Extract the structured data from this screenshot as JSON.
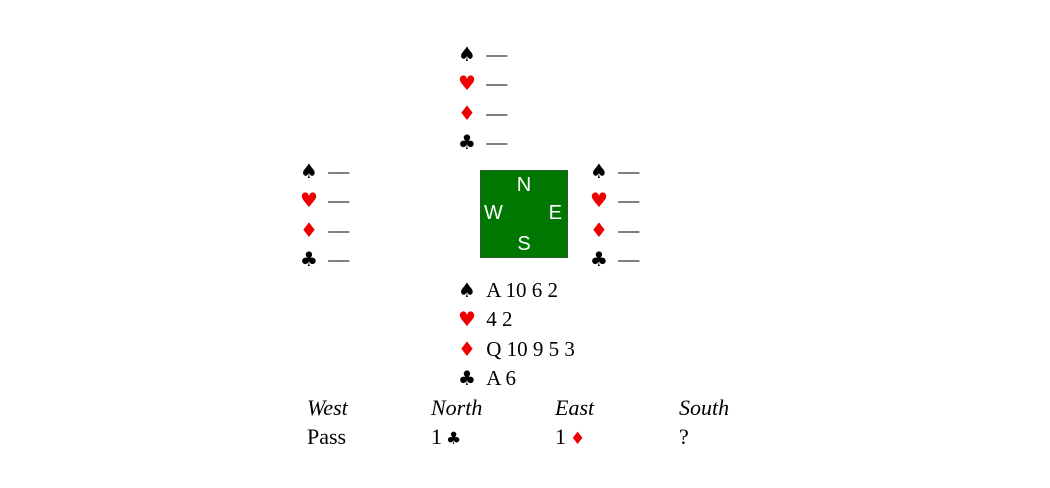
{
  "hands": {
    "north": [
      {
        "suit": "spades",
        "symbol": "♠",
        "color": "black",
        "cards": "—"
      },
      {
        "suit": "hearts",
        "symbol": "♥",
        "color": "red",
        "cards": "—"
      },
      {
        "suit": "diamonds",
        "symbol": "♦",
        "color": "red",
        "cards": "—"
      },
      {
        "suit": "clubs",
        "symbol": "♣",
        "color": "black",
        "cards": "—"
      }
    ],
    "west": [
      {
        "suit": "spades",
        "symbol": "♠",
        "color": "black",
        "cards": "—"
      },
      {
        "suit": "hearts",
        "symbol": "♥",
        "color": "red",
        "cards": "—"
      },
      {
        "suit": "diamonds",
        "symbol": "♦",
        "color": "red",
        "cards": "—"
      },
      {
        "suit": "clubs",
        "symbol": "♣",
        "color": "black",
        "cards": "—"
      }
    ],
    "east": [
      {
        "suit": "spades",
        "symbol": "♠",
        "color": "black",
        "cards": "—"
      },
      {
        "suit": "hearts",
        "symbol": "♥",
        "color": "red",
        "cards": "—"
      },
      {
        "suit": "diamonds",
        "symbol": "♦",
        "color": "red",
        "cards": "—"
      },
      {
        "suit": "clubs",
        "symbol": "♣",
        "color": "black",
        "cards": "—"
      }
    ],
    "south": [
      {
        "suit": "spades",
        "symbol": "♠",
        "color": "black",
        "cards": "A 10 6 2"
      },
      {
        "suit": "hearts",
        "symbol": "♥",
        "color": "red",
        "cards": "4 2"
      },
      {
        "suit": "diamonds",
        "symbol": "♦",
        "color": "red",
        "cards": "Q 10 9 5 3"
      },
      {
        "suit": "clubs",
        "symbol": "♣",
        "color": "black",
        "cards": "A 6"
      }
    ]
  },
  "compass": {
    "n": "N",
    "s": "S",
    "w": "W",
    "e": "E",
    "color": "#007700"
  },
  "auction": {
    "headers": [
      "West",
      "North",
      "East",
      "South"
    ],
    "bids": [
      {
        "level": "Pass",
        "symbol": "",
        "color": "black"
      },
      {
        "level": "1",
        "symbol": "♣",
        "color": "black"
      },
      {
        "level": "1",
        "symbol": "♦",
        "color": "red"
      },
      {
        "level": "?",
        "symbol": "",
        "color": "black"
      }
    ]
  },
  "colors": {
    "red": "#ee0000",
    "black": "#000000",
    "table_green": "#007700"
  }
}
